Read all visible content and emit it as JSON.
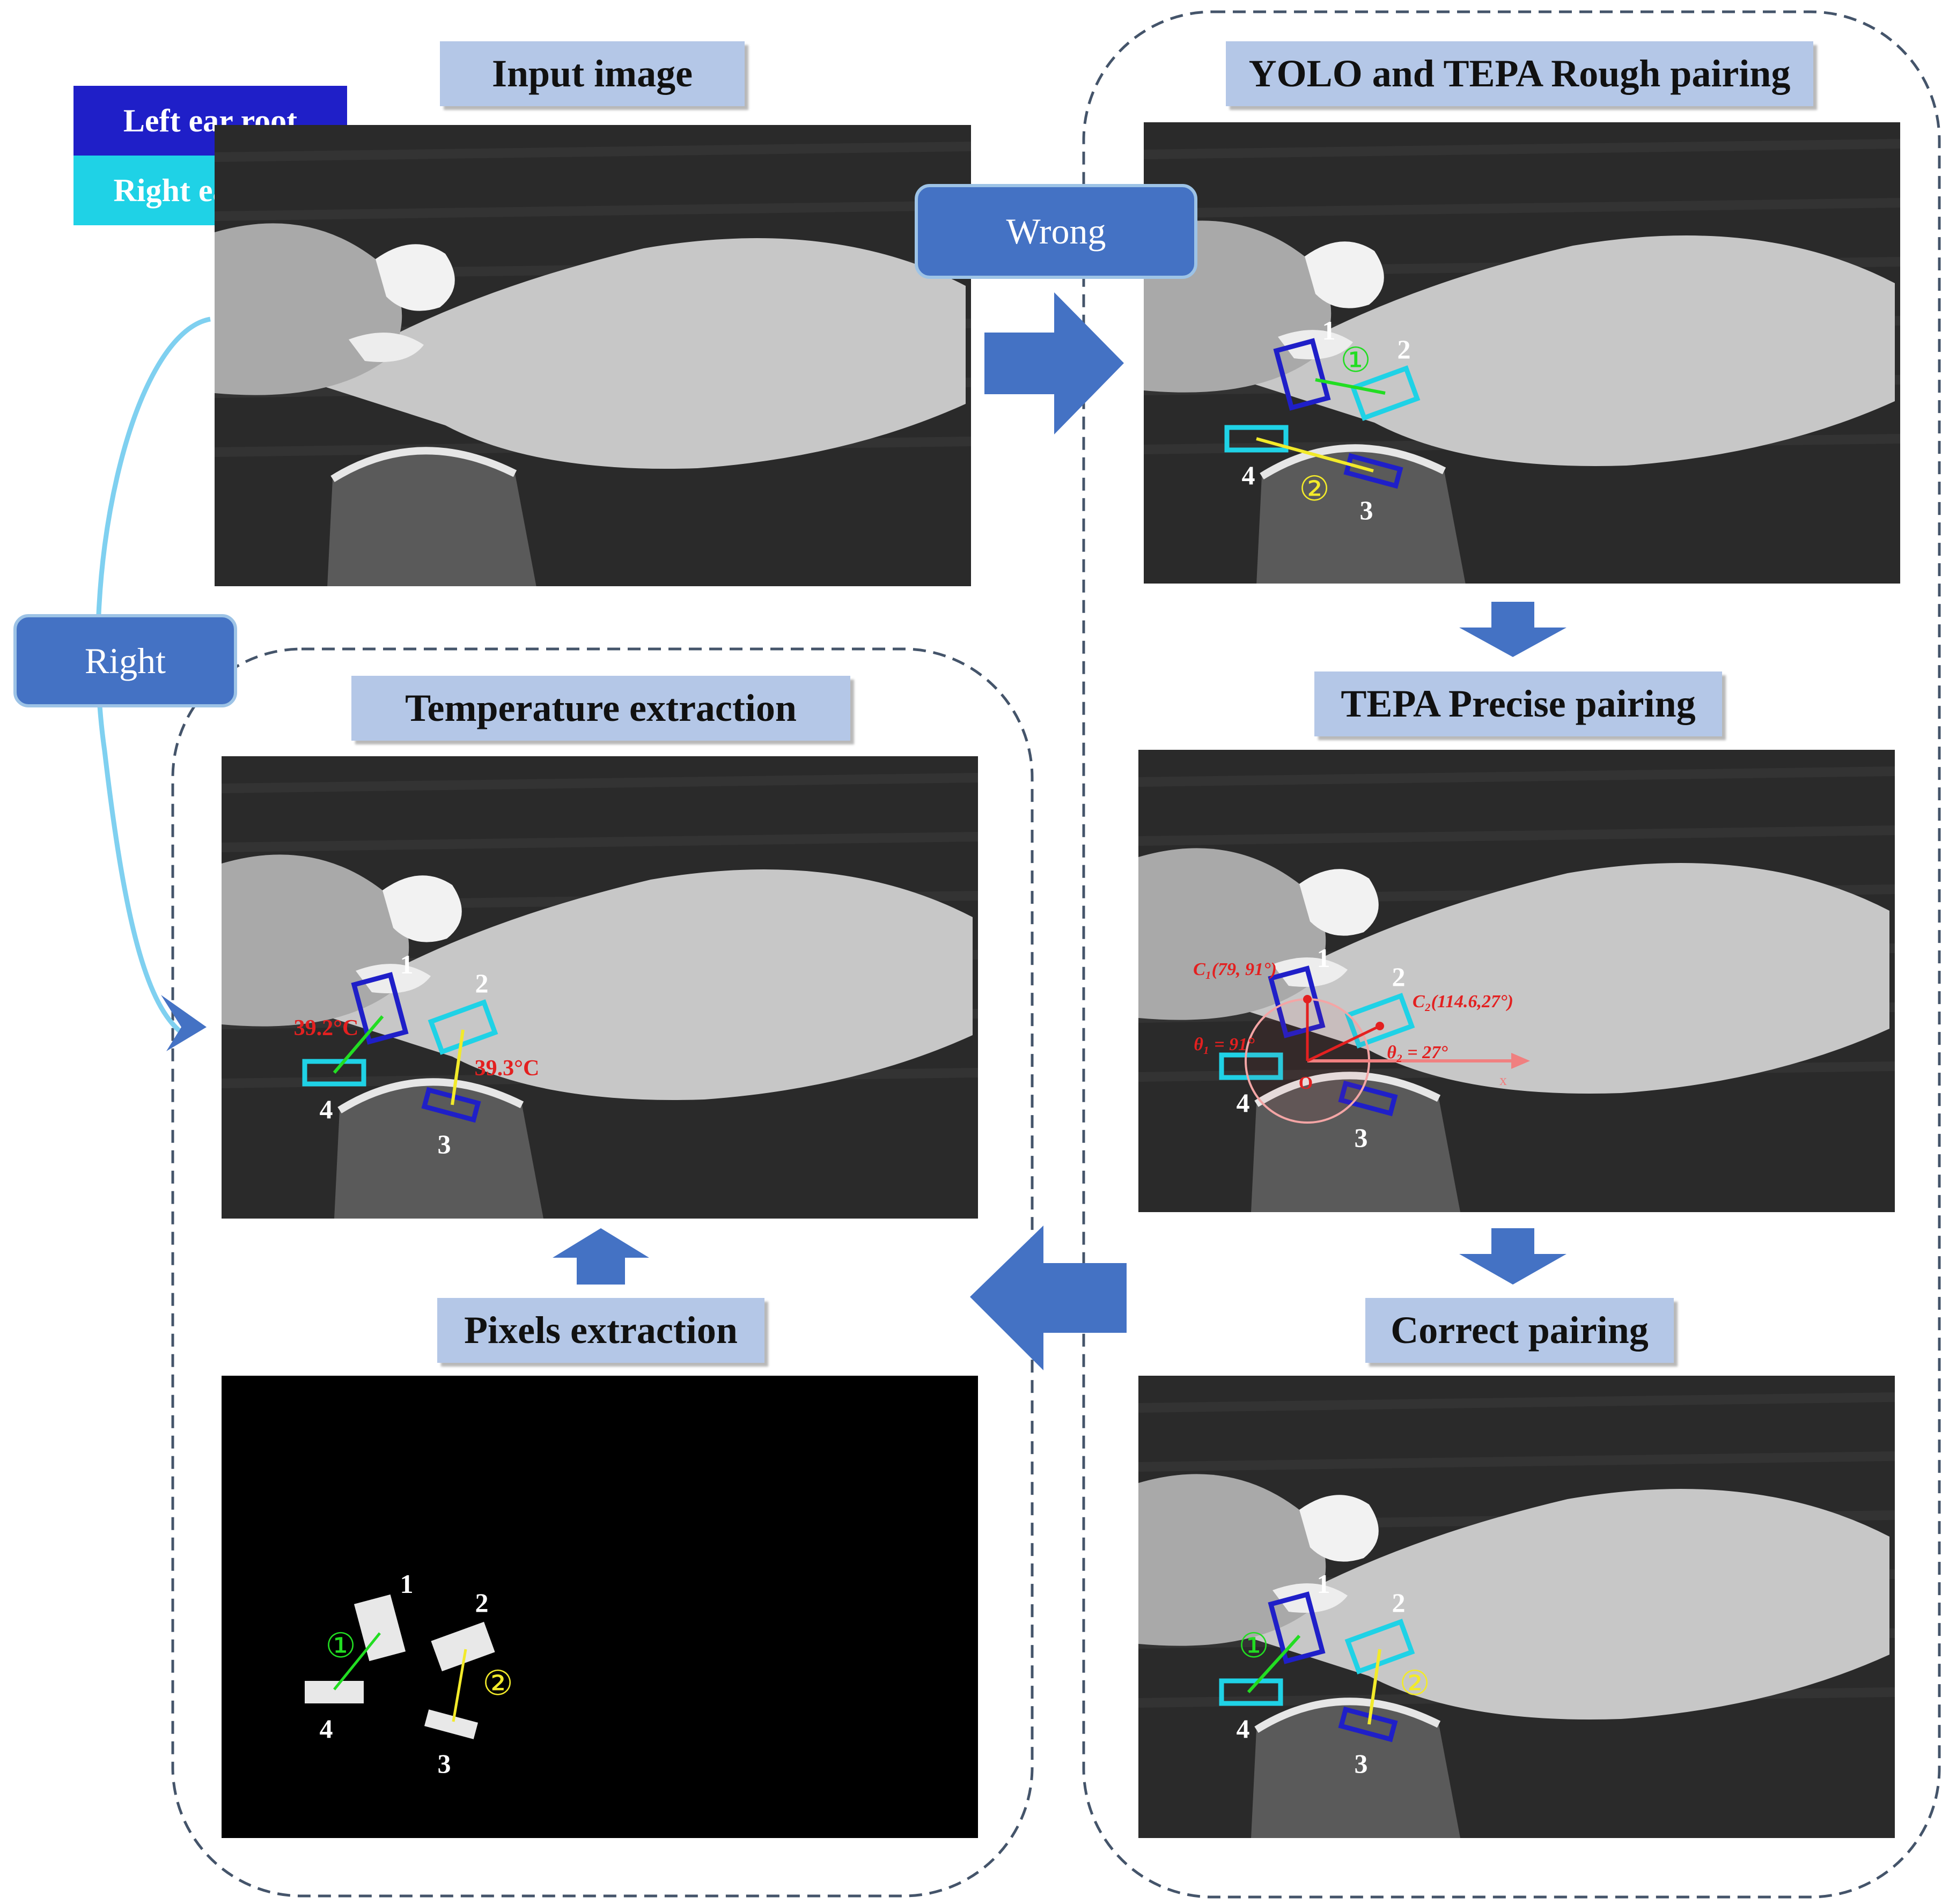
{
  "legend": {
    "left_label": "Left ear root",
    "right_label": "Right ear root",
    "left_color": "#1f1fc8",
    "right_color": "#1fd2e6"
  },
  "panels": {
    "input_title": "Input image",
    "rough_title": "YOLO and TEPA Rough pairing",
    "precise_title": "TEPA Precise pairing",
    "correct_title": "Correct pairing",
    "pixels_title": "Pixels extraction",
    "temperature_title": "Temperature extraction"
  },
  "flow": {
    "wrong_label": "Wrong",
    "right_label": "Right",
    "arrow_color": "#4472c4"
  },
  "box_labels": [
    "1",
    "2",
    "3",
    "4"
  ],
  "pair_labels": {
    "pair1": "①",
    "pair2": "②"
  },
  "pair_colors": {
    "pair1": "#22dd22",
    "pair2": "#f2ea2a"
  },
  "precise": {
    "c1": "C₁(79, 91°)",
    "c2": "C₂(114.6,27°)",
    "theta1": "θ₁ = 91°",
    "theta2": "θ₂ = 27°",
    "origin": "O",
    "axis": "x",
    "annotation_color": "#e32020"
  },
  "temperature": {
    "t1": "39.2°C",
    "t2": "39.3°C"
  }
}
